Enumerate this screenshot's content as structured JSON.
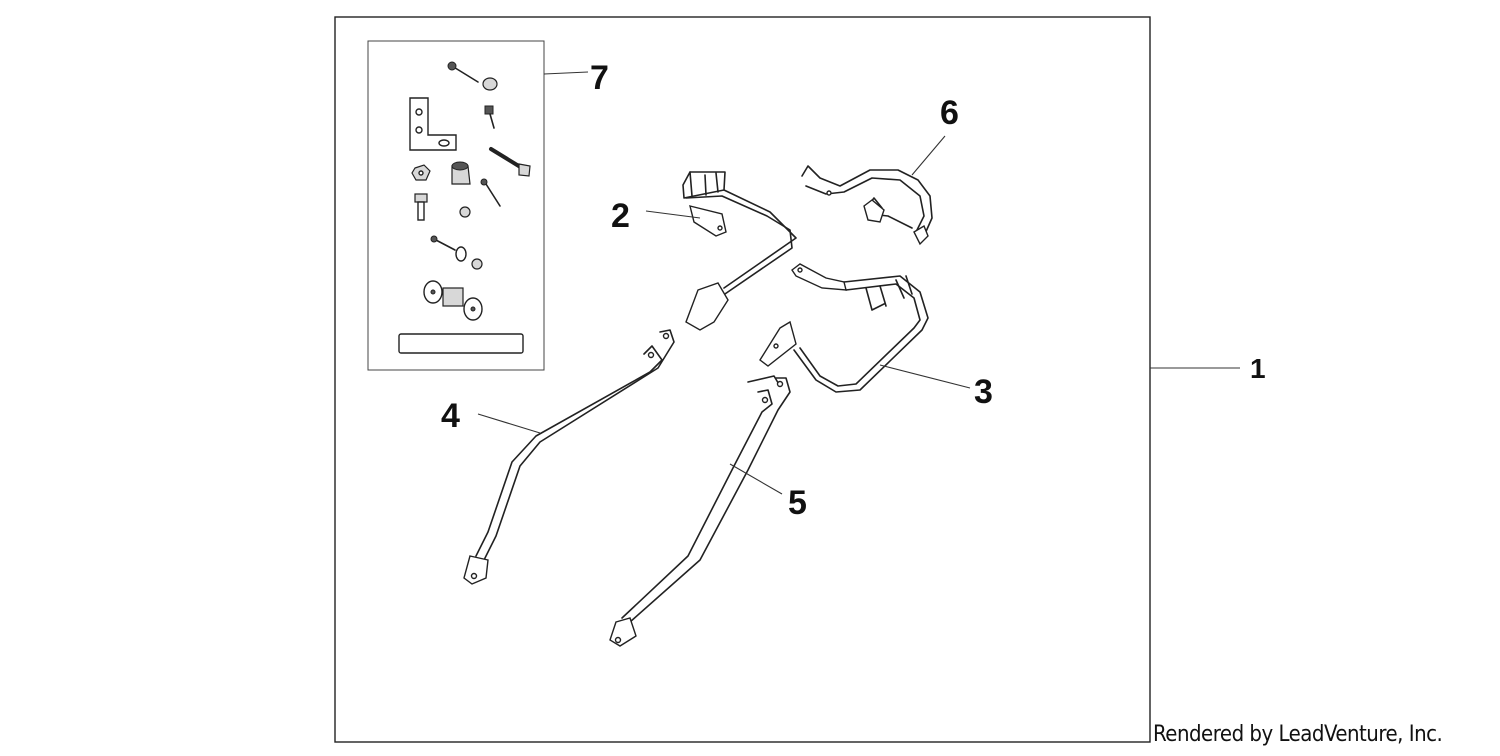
{
  "diagram": {
    "callouts": {
      "c1": "1",
      "c2": "2",
      "c3": "3",
      "c4": "4",
      "c5": "5",
      "c6": "6",
      "c7": "7"
    }
  },
  "footer": {
    "credit": "Rendered by LeadVenture, Inc."
  }
}
